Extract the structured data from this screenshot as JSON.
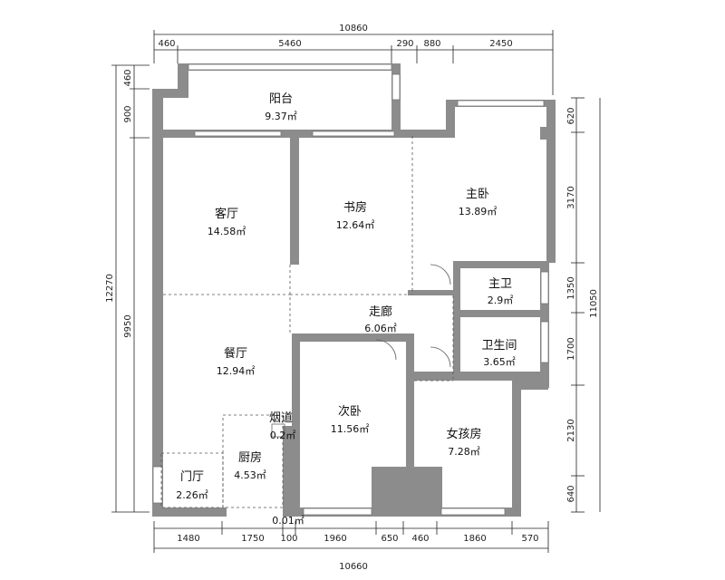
{
  "top_dims": {
    "total": "10860",
    "segments": [
      "460",
      "5460",
      "290",
      "880",
      "2450"
    ]
  },
  "bottom_dims": {
    "total": "10660",
    "segments": [
      "1480",
      "1750",
      "100",
      "1960",
      "650",
      "460",
      "1860",
      "570"
    ]
  },
  "left_dims": {
    "total": "12270",
    "inner": "9950",
    "segments": [
      "460",
      "900"
    ]
  },
  "right_dims": {
    "total": "11050",
    "segments": [
      "620",
      "3170",
      "1350",
      "1700",
      "2130",
      "640"
    ]
  },
  "rooms": {
    "balcony": {
      "name": "阳台",
      "area": "9.37㎡"
    },
    "living": {
      "name": "客厅",
      "area": "14.58㎡"
    },
    "study": {
      "name": "书房",
      "area": "12.64㎡"
    },
    "master": {
      "name": "主卧",
      "area": "13.89㎡"
    },
    "master_bath": {
      "name": "主卫",
      "area": "2.9㎡"
    },
    "corridor": {
      "name": "走廊",
      "area": "6.06㎡"
    },
    "bathroom": {
      "name": "卫生间",
      "area": "3.65㎡"
    },
    "dining": {
      "name": "餐厅",
      "area": "12.94㎡"
    },
    "flue": {
      "name": "烟道",
      "area": "0.2㎡"
    },
    "second": {
      "name": "次卧",
      "area": "11.56㎡"
    },
    "girls": {
      "name": "女孩房",
      "area": "7.28㎡"
    },
    "kitchen": {
      "name": "厨房",
      "area": "4.53㎡"
    },
    "foyer": {
      "name": "门厅",
      "area": "2.26㎡"
    },
    "small": {
      "area": "0.01㎡"
    }
  }
}
